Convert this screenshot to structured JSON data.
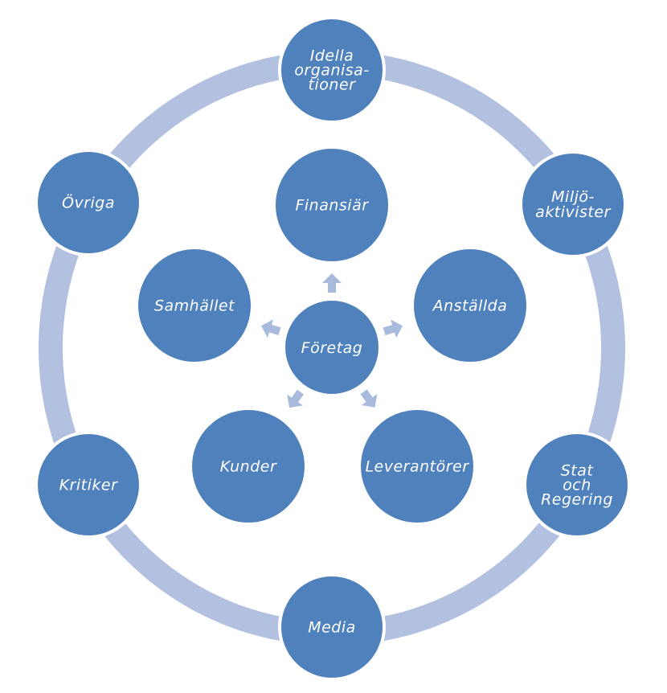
{
  "colors": {
    "node_fill": "#4f81bd",
    "node_stroke": "#ffffff",
    "ring": "#b1c1df",
    "arrow": "#a8bbdc",
    "label": "#ffffff"
  },
  "center": {
    "lines": [
      "Företag"
    ]
  },
  "inner_nodes": [
    {
      "id": "finansiar",
      "lines": [
        "Finansiär"
      ]
    },
    {
      "id": "anstallda",
      "lines": [
        "Anställda"
      ]
    },
    {
      "id": "leverantorer",
      "lines": [
        "Leverantörer"
      ]
    },
    {
      "id": "kunder",
      "lines": [
        "Kunder"
      ]
    },
    {
      "id": "samhallet",
      "lines": [
        "Samhället"
      ]
    }
  ],
  "outer_nodes": [
    {
      "id": "idella",
      "lines": [
        "Idella",
        "organisa-",
        "tioner"
      ]
    },
    {
      "id": "miljo",
      "lines": [
        "Miljö-",
        "aktivister"
      ]
    },
    {
      "id": "stat",
      "lines": [
        "Stat",
        "och",
        "Regering"
      ]
    },
    {
      "id": "media",
      "lines": [
        "Media"
      ]
    },
    {
      "id": "kritiker",
      "lines": [
        "Kritiker"
      ]
    },
    {
      "id": "ovriga",
      "lines": [
        "Övriga"
      ]
    }
  ]
}
